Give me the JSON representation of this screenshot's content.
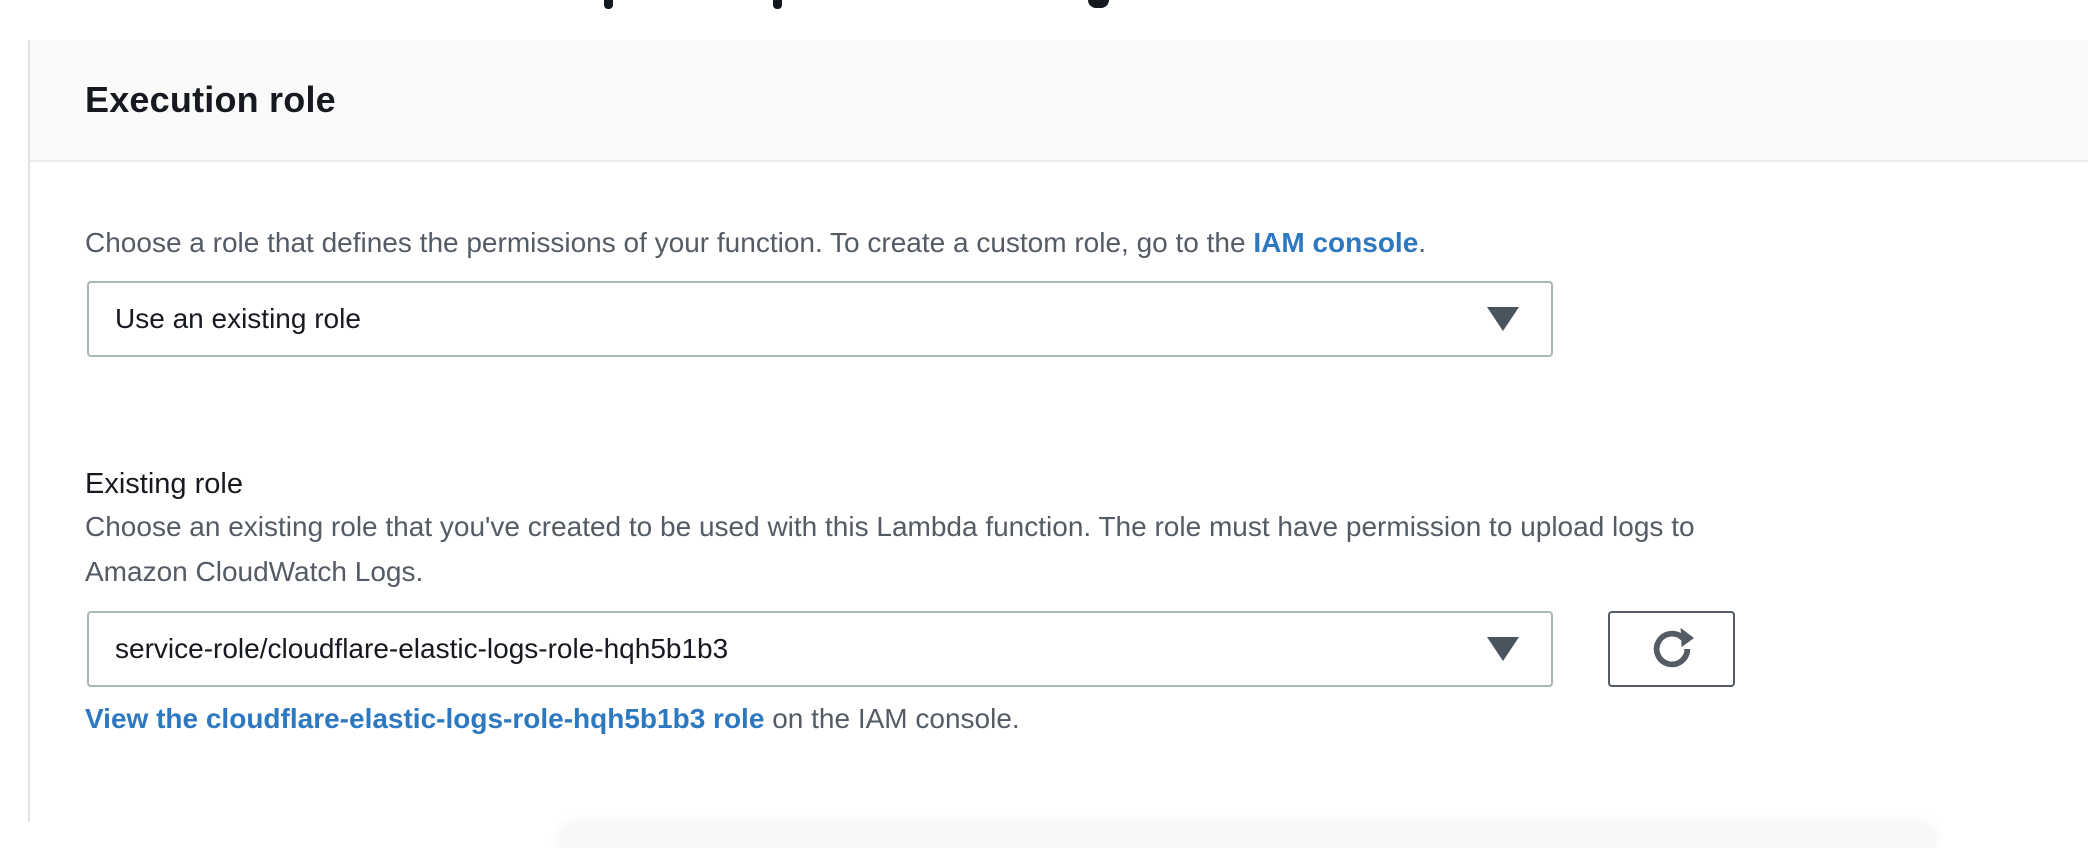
{
  "panel": {
    "title": "Execution role",
    "intro": {
      "prefix": "Choose a role that defines the permissions of your function. To create a custom role, go to the ",
      "link_label": "IAM console",
      "suffix": "."
    },
    "role_source_select": {
      "value": "Use an existing role"
    },
    "existing_role": {
      "label": "Existing role",
      "description_line1": "Choose an existing role that you've created to be used with this Lambda function. The role must have permission to upload logs to",
      "description_line2": "Amazon CloudWatch Logs.",
      "select_value": "service-role/cloudflare-elastic-logs-role-hqh5b1b3",
      "view_link_label": "View the cloudflare-elastic-logs-role-hqh5b1b3 role",
      "view_link_suffix": " on the IAM console."
    }
  },
  "icons": {
    "role_source_select": "chevron-down",
    "existing_role_select": "chevron-down",
    "refresh_button": "refresh"
  },
  "colors": {
    "link_blue": "#2e78c0",
    "text_dark": "#16191f",
    "text_gray": "#545b64",
    "input_border": "#aab7b8",
    "button_border": "#545b64",
    "header_background": "#fafafa",
    "divider": "#eaeded"
  }
}
